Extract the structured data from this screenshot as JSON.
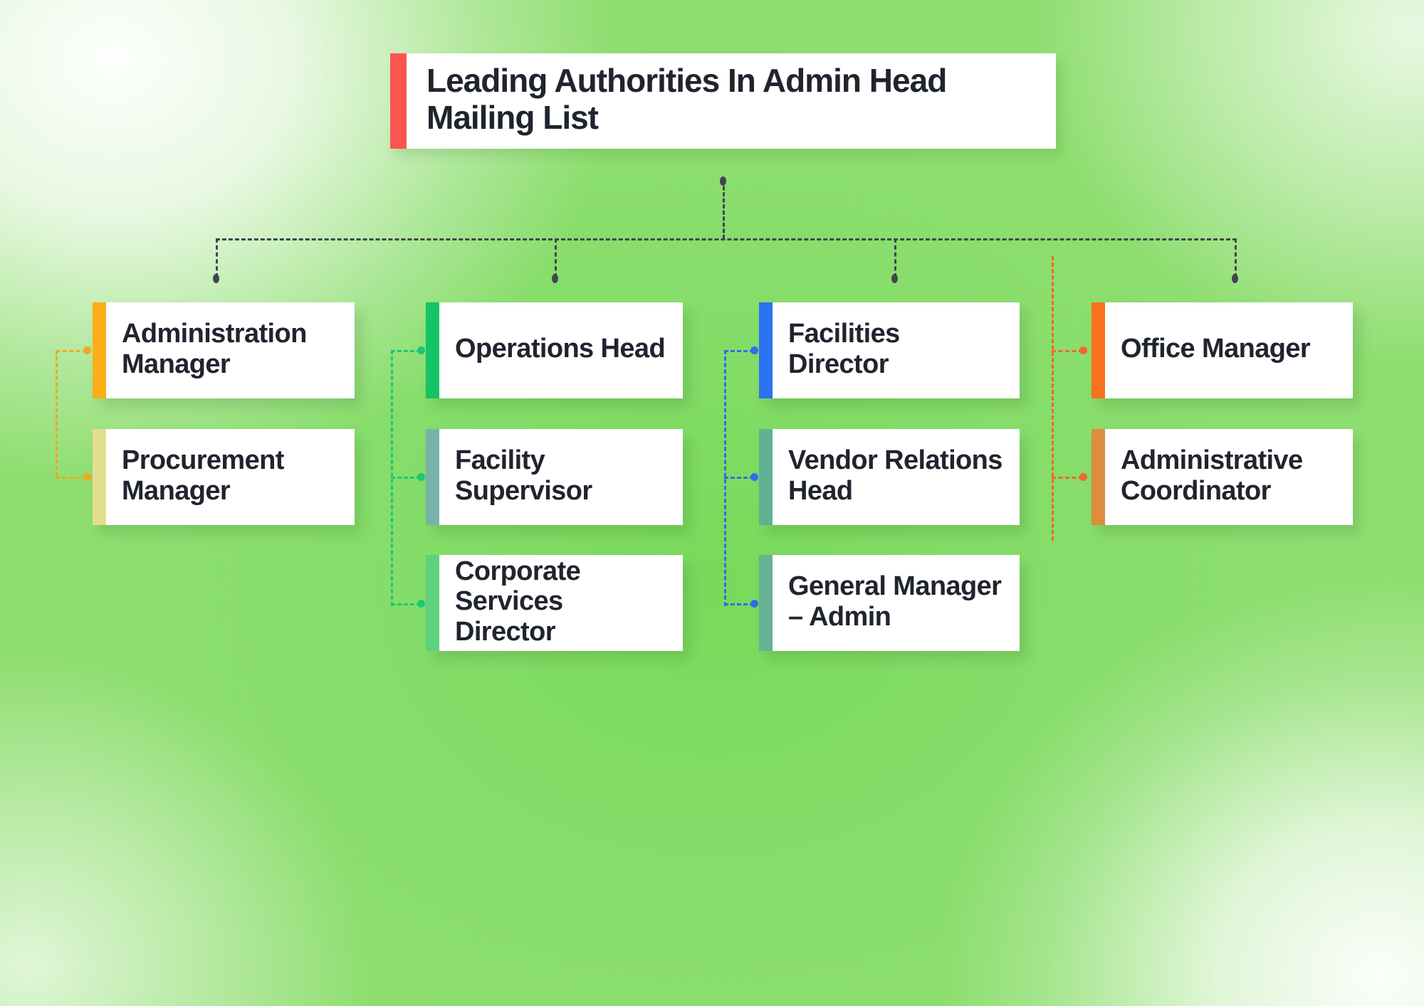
{
  "chart_data": {
    "type": "diagram",
    "diagram_type": "organizational-hierarchy-chart",
    "title": "Leading Authorities In Admin Head Mailing List",
    "root": {
      "label": "Leading Authorities In Admin Head Mailing List",
      "accent_color": "#FB5552"
    },
    "branches": [
      {
        "branch_index": 1,
        "connector_color": "#F5A623",
        "connector_style": "dashed",
        "nodes": [
          {
            "label": "Administration Manager",
            "accent_color": "#FCAF17"
          },
          {
            "label": "Procurement Manager",
            "accent_color": "#E4DE8C"
          }
        ]
      },
      {
        "branch_index": 2,
        "connector_color": "#1FC776",
        "connector_style": "dashed",
        "nodes": [
          {
            "label": "Operations Head",
            "accent_color": "#15C464"
          },
          {
            "label": "Facility Supervisor",
            "accent_color": "#78B3A8"
          },
          {
            "label": "Corporate Services Director",
            "accent_color": "#5FD07E"
          }
        ]
      },
      {
        "branch_index": 3,
        "connector_color": "#2D6FE8",
        "connector_style": "dashed",
        "nodes": [
          {
            "label": "Facilities Director",
            "accent_color": "#2B72F0"
          },
          {
            "label": "Vendor Relations Head",
            "accent_color": "#5FB291"
          },
          {
            "label": "General Manager – Admin",
            "accent_color": "#67B195"
          }
        ]
      },
      {
        "branch_index": 4,
        "connector_color": "#F2682A",
        "connector_style": "dashed",
        "nodes": [
          {
            "label": "Office Manager",
            "accent_color": "#F9711C"
          },
          {
            "label": "Administrative Coordinator",
            "accent_color": "#DE8C3E"
          }
        ]
      }
    ],
    "trunk_connector_color": "#3F4550",
    "background": {
      "base_color": "#8FDE70",
      "corner_highlight": "#FFFFFF"
    }
  },
  "title": {
    "line1": "Leading Authorities In Admin Head",
    "line2": "Mailing List",
    "full": "Leading Authorities In Admin Head Mailing List"
  },
  "nodes": {
    "administration_manager": "Administration Manager",
    "procurement_manager": "Procurement Manager",
    "operations_head": "Operations Head",
    "facility_supervisor": "Facility Supervisor",
    "corporate_services_director": "Corporate Services Director",
    "facilities_director": "Facilities Director",
    "vendor_relations_head": "Vendor Relations Head",
    "general_manager_admin": "General Manager – Admin",
    "office_manager": "Office Manager",
    "administrative_coordinator": "Administrative Coordinator"
  },
  "colors": {
    "root_accent": "#FB5552",
    "administration_manager": "#FCAF17",
    "procurement_manager": "#E4DE8C",
    "operations_head": "#15C464",
    "facility_supervisor": "#78B3A8",
    "corporate_services_director": "#5FD07E",
    "facilities_director": "#2B72F0",
    "vendor_relations_head": "#5FB291",
    "general_manager_admin": "#67B195",
    "office_manager": "#F9711C",
    "administrative_coordinator": "#DE8C3E",
    "trunk": "#3F4550",
    "branch1": "#F5A623",
    "branch2": "#1FC776",
    "branch3": "#2D6FE8",
    "branch4": "#F2682A",
    "text": "#20242E",
    "card_bg": "#FFFFFF",
    "background": "#8FDE70"
  }
}
